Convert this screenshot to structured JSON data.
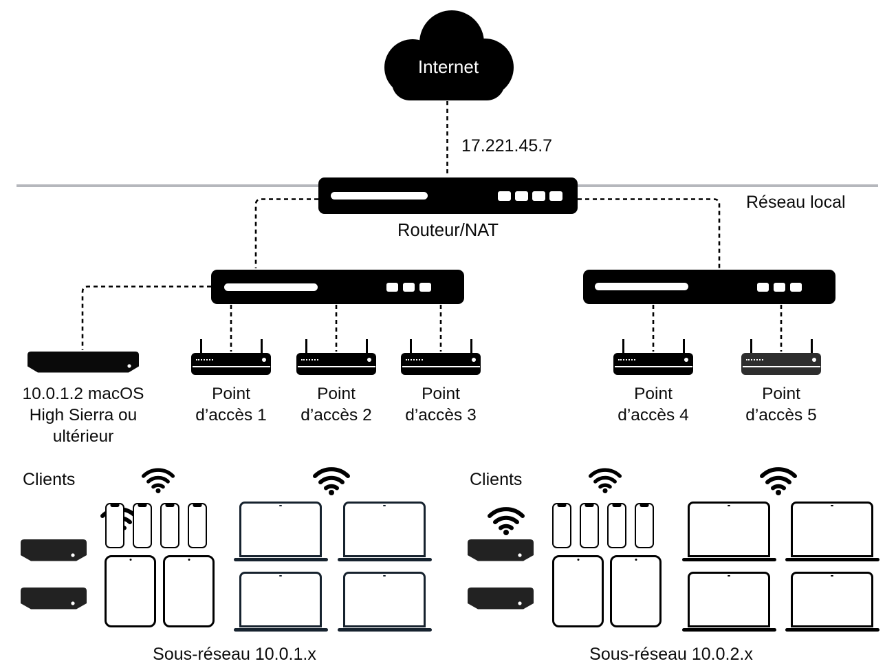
{
  "cloud": {
    "label": "Internet"
  },
  "wan_ip": "17.221.45.7",
  "router": {
    "label": "Routeur/NAT"
  },
  "local_network_label": "Réseau local",
  "mac_server": {
    "line1": "10.0.1.2 macOS",
    "line2": "High Sierra ou",
    "line3": "ultérieur"
  },
  "access_points": [
    {
      "line1": "Point",
      "line2": "d’accès 1"
    },
    {
      "line1": "Point",
      "line2": "d’accès 2"
    },
    {
      "line1": "Point",
      "line2": "d’accès 3"
    },
    {
      "line1": "Point",
      "line2": "d’accès 4"
    },
    {
      "line1": "Point",
      "line2": "d’accès 5"
    }
  ],
  "subnets": [
    {
      "clients_label": "Clients",
      "subnet_label": "Sous-réseau 10.0.1.x"
    },
    {
      "clients_label": "Clients",
      "subnet_label": "Sous-réseau 10.0.2.x"
    }
  ],
  "colors": {
    "device_black": "#000000",
    "laptop_navy": "#16222e",
    "ap5_gray": "#2e2e2e",
    "mini_dark": "#222222",
    "lan_line_gray": "#b5b7bc"
  }
}
